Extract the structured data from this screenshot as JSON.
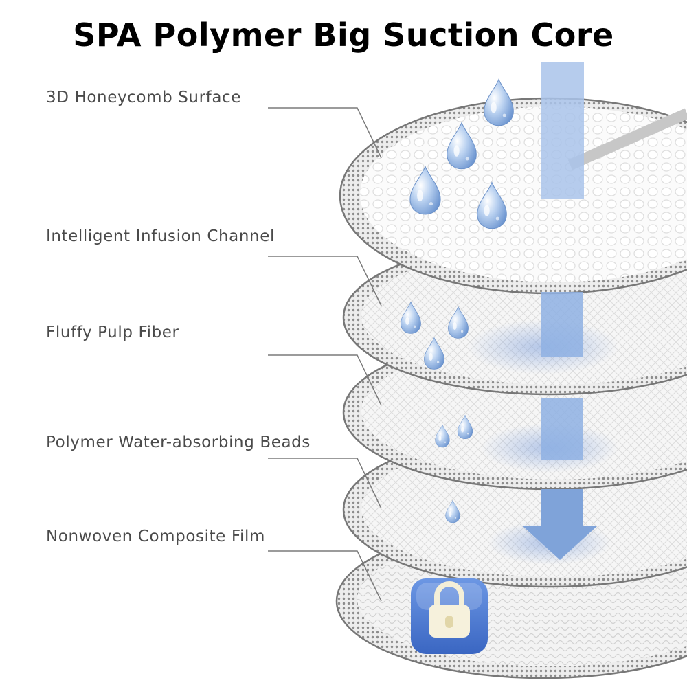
{
  "title": "SPA Polymer Big Suction Core",
  "layers": [
    {
      "label": "3D Honeycomb Surface"
    },
    {
      "label": "Intelligent Infusion Channel"
    },
    {
      "label": "Fluffy Pulp Fiber"
    },
    {
      "label": "Polymer Water-absorbing Beads"
    },
    {
      "label": "Nonwoven Composite Film"
    }
  ],
  "colors": {
    "arrow": "#7fa3d9",
    "arrow_light": "#a9c3ea",
    "disc_rim": "#6f6f6f",
    "disc_fill": "#f7f7f7",
    "droplet": "#8fb4e4",
    "lock_badge": "#4f7fd6"
  },
  "icons": [
    "water-droplet-icon",
    "down-arrow-icon",
    "lock-icon"
  ]
}
